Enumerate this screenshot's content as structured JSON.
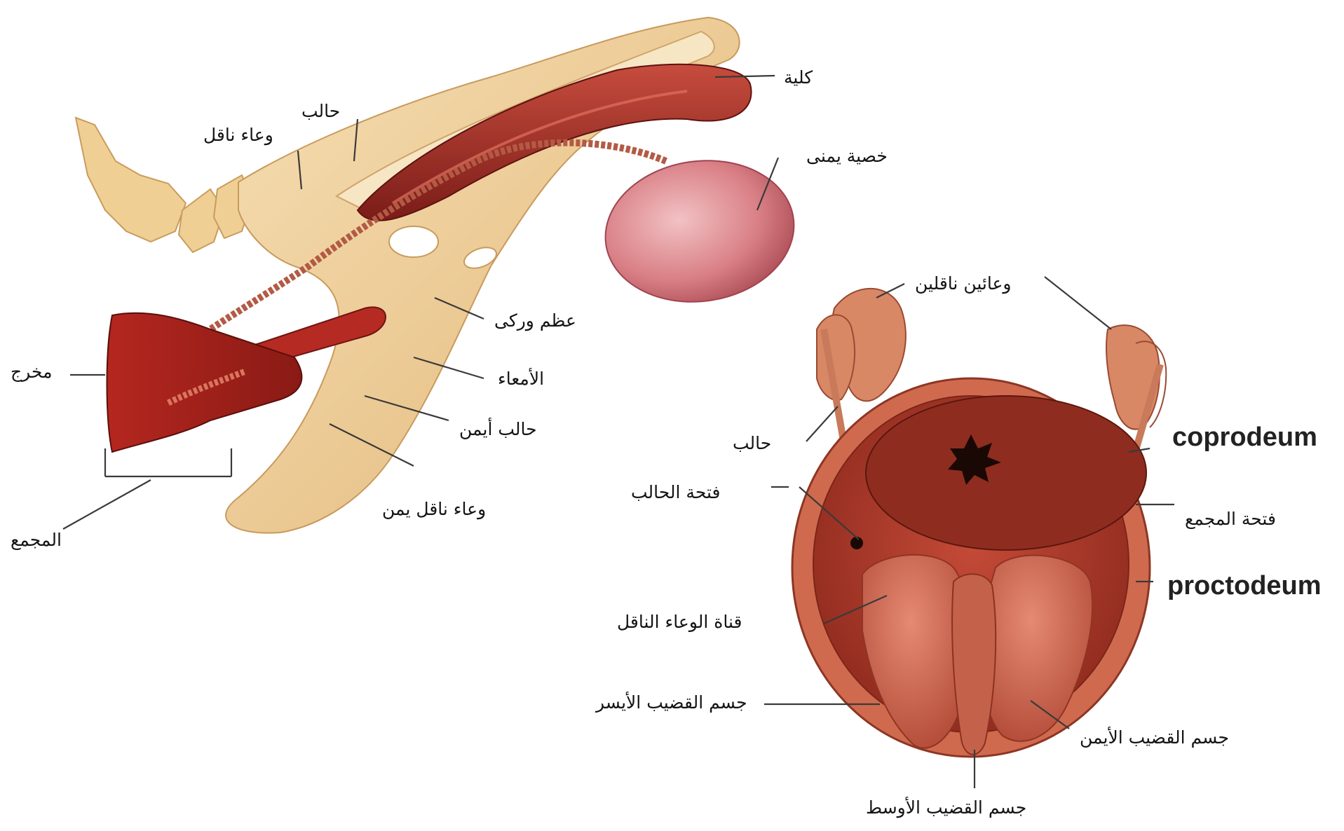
{
  "figure_left": {
    "labels": {
      "kidney": "كلية",
      "ureter": "حالب",
      "vas_deferens": "وعاء ناقل",
      "right_testis": "خصية يمنى",
      "hip_bone": "عظم وركى",
      "intestine": "الأمعاء",
      "right_ureter": "حالب أيمن",
      "right_vas_deferens": "وعاء ناقل يمن",
      "vent": "مخرج",
      "cloaca": "المجمع"
    }
  },
  "figure_right": {
    "labels": {
      "vasa_deferentia": "وعائين ناقلين",
      "ureter": "حالب",
      "coprodeum": "coprodeum",
      "ureter_opening": "فتحة الحالب",
      "cloaca_opening": "فتحة المجمع",
      "proctodeum": "proctodeum",
      "vas_deferens_duct": "قناة الوعاء الناقل",
      "left_phallus_body": "جسم القضيب الأيسر",
      "right_phallus_body": "جسم القضيب الأيمن",
      "median_phallus_body": "جسم القضيب الأوسط"
    }
  }
}
